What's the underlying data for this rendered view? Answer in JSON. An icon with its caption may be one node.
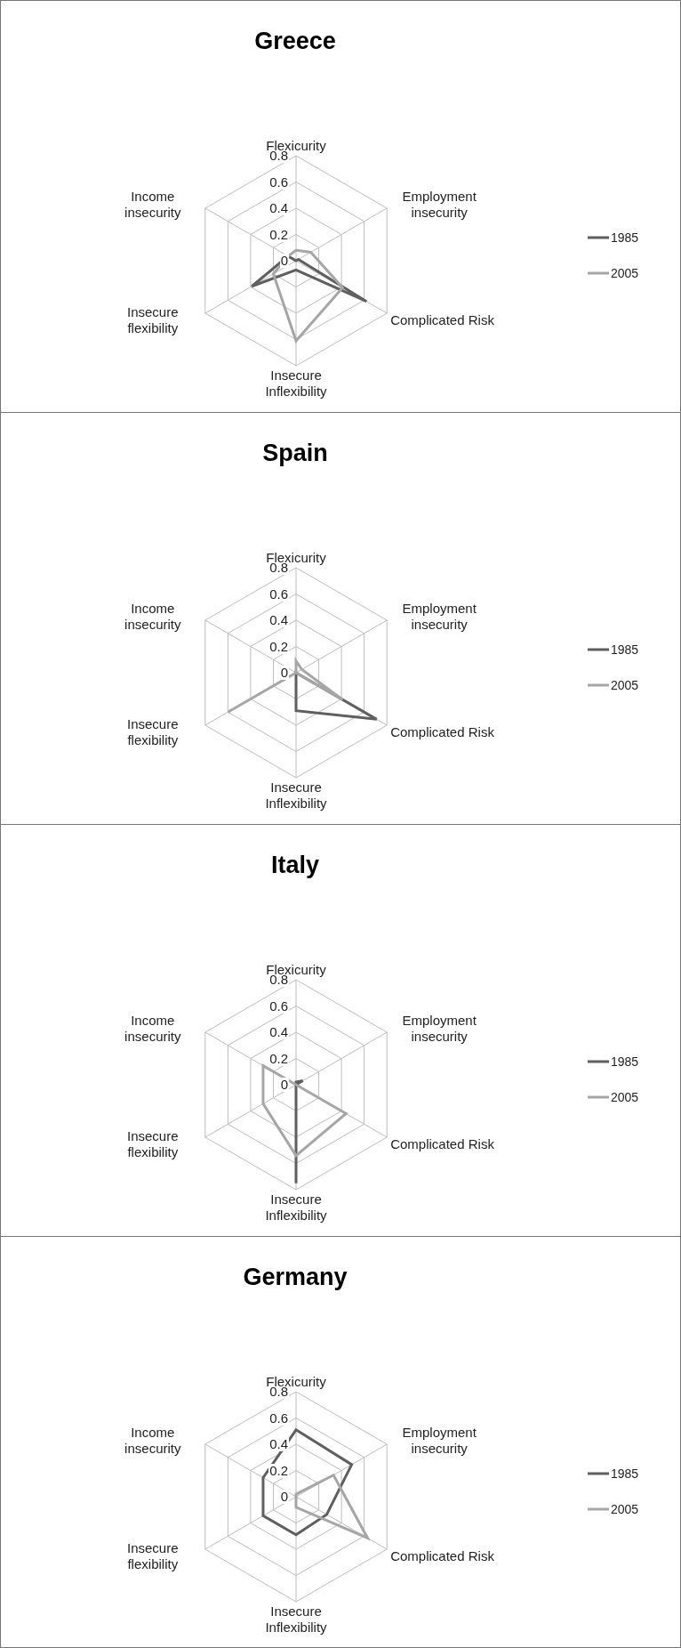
{
  "diagram": {
    "labels": [
      "Greece",
      "Flexicurity",
      "Employment insecurity",
      "Complicated Risk",
      "Insecure Inflexibility",
      "Insecure flexibility",
      "Income insecurity",
      "0",
      "0.2",
      "0.4",
      "0.6",
      "0.8",
      "Spain",
      "Flexicurity",
      "Employment insecurity",
      "Complicated Risk",
      "Insecure Inflexibility",
      "Insecure flexibility",
      "Income insecurity",
      "0",
      "0.2",
      "0.4",
      "0.6",
      "0.8",
      "Italy",
      "Flexicurity",
      "Employment insecurity",
      "Complicated Risk",
      "Insecure Inflexibility",
      "Insecure flexibility",
      "Income insecurity",
      "0",
      "0.2",
      "0.4",
      "0.6",
      "0.8",
      "Germany",
      "Flexicurity",
      "Employment insecurity",
      "Complicated Risk",
      "Insecure Inflexibility",
      "Insecure flexibility",
      "Income insecurity",
      "0",
      "0.2",
      "0.4",
      "0.6",
      "0.8"
    ],
    "legend": [
      {
        "text": "1985",
        "color": "#5f5f5f"
      },
      {
        "text": "2005",
        "color": "#a6a6a6"
      },
      {
        "text": "1985",
        "color": "#5f5f5f"
      },
      {
        "text": "2005",
        "color": "#a6a6a6"
      },
      {
        "text": "1985",
        "color": "#5f5f5f"
      },
      {
        "text": "2005",
        "color": "#a6a6a6"
      },
      {
        "text": "1985",
        "color": "#5f5f5f"
      },
      {
        "text": "2005",
        "color": "#a6a6a6"
      }
    ]
  }
}
